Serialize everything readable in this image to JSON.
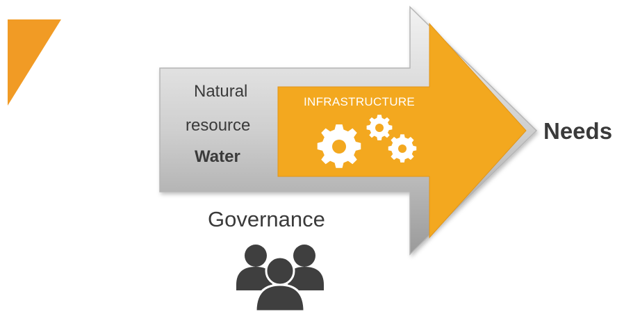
{
  "diagram": {
    "resource": {
      "line1": "Natural",
      "line2": "resource",
      "line3": "Water"
    },
    "infrastructure": {
      "label": "INFRASTRUCTURE",
      "icon": "gears-icon"
    },
    "target": {
      "label": "Needs"
    },
    "governance": {
      "label": "Governance",
      "icon": "people-group-icon"
    }
  },
  "colors": {
    "accent_orange": "#F3A81F",
    "corner_orange": "#F19B25",
    "arrow_gray_light": "#e6e6e6",
    "arrow_gray_dark": "#9a9a9a",
    "text_dark": "#3a3a3a",
    "icon_dark": "#3f3f3f"
  }
}
